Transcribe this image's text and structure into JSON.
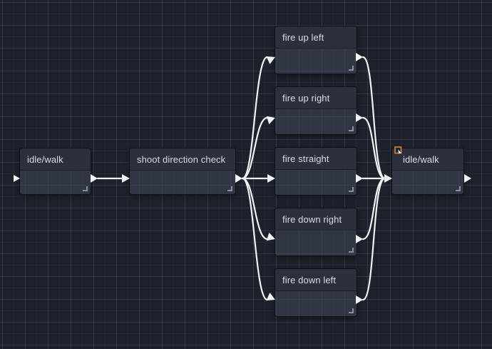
{
  "app": {
    "view": "state-machine-node-graph"
  },
  "colors": {
    "background": "#1d212a",
    "grid_line": "#2a303c",
    "node_header": "#2a303b",
    "node_body": "#323845",
    "node_border": "#0e1117",
    "wire": "#f0f2f4",
    "title_text": "#d9dde3",
    "resize_handle": "#8b919c",
    "icon_orange": "#e0832f",
    "icon_navy": "#16273f"
  },
  "nodes": [
    {
      "id": "idle-walk-start",
      "label": "idle/walk"
    },
    {
      "id": "shoot-direction-check",
      "label": "shoot direction check"
    },
    {
      "id": "fire-up-left",
      "label": "fire up left"
    },
    {
      "id": "fire-up-right",
      "label": "fire up right"
    },
    {
      "id": "fire-straight",
      "label": "fire straight"
    },
    {
      "id": "fire-down-right",
      "label": "fire down right"
    },
    {
      "id": "fire-down-left",
      "label": "fire down left"
    },
    {
      "id": "idle-walk-end",
      "label": "idle/walk",
      "icon": "jump-link-icon"
    }
  ],
  "transitions": [
    {
      "from": "idle-walk-start",
      "to": "shoot-direction-check"
    },
    {
      "from": "shoot-direction-check",
      "to": "fire-up-left"
    },
    {
      "from": "shoot-direction-check",
      "to": "fire-up-right"
    },
    {
      "from": "shoot-direction-check",
      "to": "fire-straight"
    },
    {
      "from": "shoot-direction-check",
      "to": "fire-down-right"
    },
    {
      "from": "shoot-direction-check",
      "to": "fire-down-left"
    },
    {
      "from": "fire-up-left",
      "to": "idle-walk-end"
    },
    {
      "from": "fire-up-right",
      "to": "idle-walk-end"
    },
    {
      "from": "fire-straight",
      "to": "idle-walk-end"
    },
    {
      "from": "fire-down-right",
      "to": "idle-walk-end"
    },
    {
      "from": "fire-down-left",
      "to": "idle-walk-end"
    }
  ]
}
